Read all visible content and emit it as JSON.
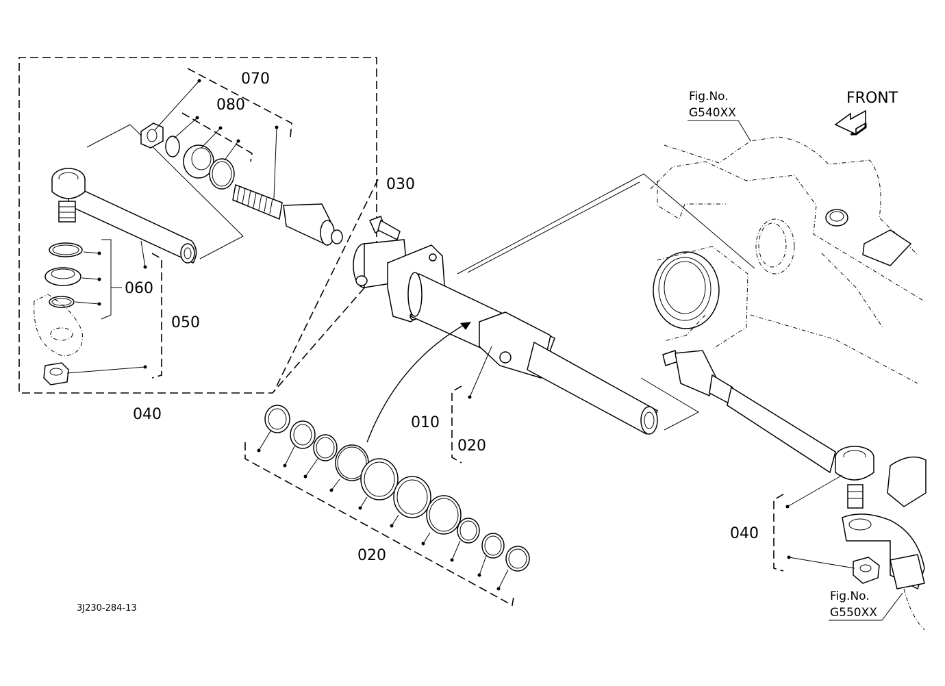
{
  "labels": {
    "p070": "070",
    "p080": "080",
    "p030": "030",
    "p060": "060",
    "p050": "050",
    "p040_left": "040",
    "p010": "010",
    "p020_right": "020",
    "p020_bottom": "020",
    "p040_right": "040"
  },
  "refs": {
    "fig_no_top": "Fig.No.",
    "fig_code_top": "G540XX",
    "fig_no_bottom": "Fig.No.",
    "fig_code_bottom": "G550XX"
  },
  "front_label": "FRONT",
  "diagram_code": "3J230-284-13",
  "icons": {
    "front_arrow": "direction-arrow-icon"
  }
}
